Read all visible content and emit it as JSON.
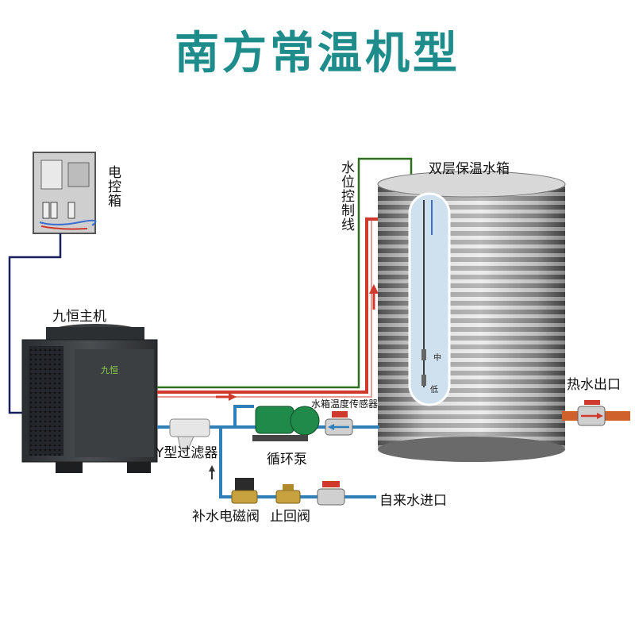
{
  "title": "南方常温机型",
  "labels": {
    "control_box": "电控箱",
    "main_unit": "九恒主机",
    "unit_logo": "九恒",
    "water_level_line": "水位控制线",
    "tank": "双层保温水箱",
    "hot_water_outlet": "热水出口",
    "temp_sensor": "水箱温度传感器",
    "pump": "循环泵",
    "y_filter": "Y型过滤器",
    "solenoid_valve": "补水电磁阀",
    "check_valve": "止回阀",
    "tap_water_inlet": "自来水进口",
    "level_mid": "中",
    "level_low": "低"
  },
  "colors": {
    "title": "#1e8c8a",
    "hot_pipe": "#d03a2c",
    "cold_pipe": "#2f7fb8",
    "signal_line": "#2f6e1e",
    "control_line": "#1a1f5c"
  }
}
